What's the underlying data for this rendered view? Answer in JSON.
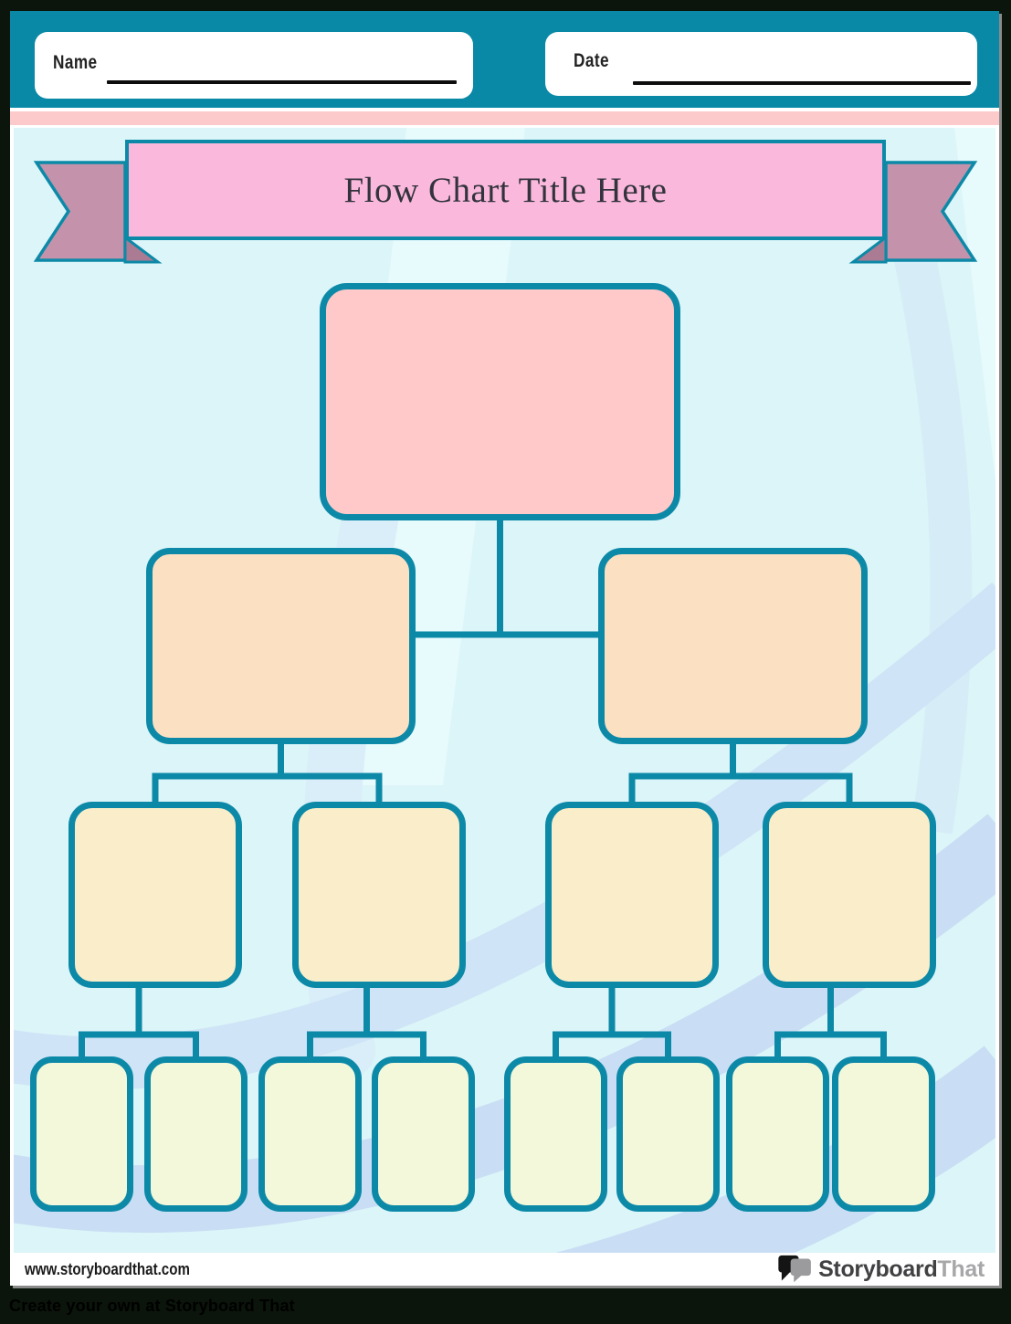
{
  "header": {
    "name_label": "Name",
    "date_label": "Date"
  },
  "banner": {
    "title": "Flow Chart Title Here"
  },
  "flowchart": {
    "description": "blank flow chart template, 4 levels",
    "structure": [
      {
        "id": "top",
        "level": 1,
        "parent": null
      },
      {
        "id": "l2a",
        "level": 2,
        "parent": "top"
      },
      {
        "id": "l2b",
        "level": 2,
        "parent": "top"
      },
      {
        "id": "l3a",
        "level": 3,
        "parent": "l2a"
      },
      {
        "id": "l3b",
        "level": 3,
        "parent": "l2a"
      },
      {
        "id": "l3c",
        "level": 3,
        "parent": "l2b"
      },
      {
        "id": "l3d",
        "level": 3,
        "parent": "l2b"
      },
      {
        "id": "l4a",
        "level": 4,
        "parent": "l3a"
      },
      {
        "id": "l4b",
        "level": 4,
        "parent": "l3a"
      },
      {
        "id": "l4c",
        "level": 4,
        "parent": "l3b"
      },
      {
        "id": "l4d",
        "level": 4,
        "parent": "l3b"
      },
      {
        "id": "l4e",
        "level": 4,
        "parent": "l3c"
      },
      {
        "id": "l4f",
        "level": 4,
        "parent": "l3c"
      },
      {
        "id": "l4g",
        "level": 4,
        "parent": "l3d"
      },
      {
        "id": "l4h",
        "level": 4,
        "parent": "l3d"
      }
    ],
    "node_labels": [
      "",
      "",
      "",
      "",
      "",
      "",
      "",
      "",
      "",
      "",
      "",
      "",
      "",
      "",
      ""
    ]
  },
  "footer": {
    "website": "www.storyboardthat.com",
    "logo_storyboard": "Storyboard",
    "logo_that": "That",
    "watermark": "Create your own at Storyboard That"
  },
  "colors": {
    "teal": "#0a89a7",
    "node_border_teal": "#0d89a8",
    "banner_pink": "#fab9dc",
    "ribbon_tail": "#c493ab",
    "ribbon_fold": "#ab7b94",
    "pink_strip": "#fccaca",
    "node_level1": "#ffc9c9",
    "node_level2": "#fce0c2",
    "node_level3": "#faeeca",
    "node_level4": "#f3f8da",
    "background_cyan": "#dcf5f8",
    "swirl_blue": "#c9def4",
    "frame_black": "#0b150b"
  }
}
